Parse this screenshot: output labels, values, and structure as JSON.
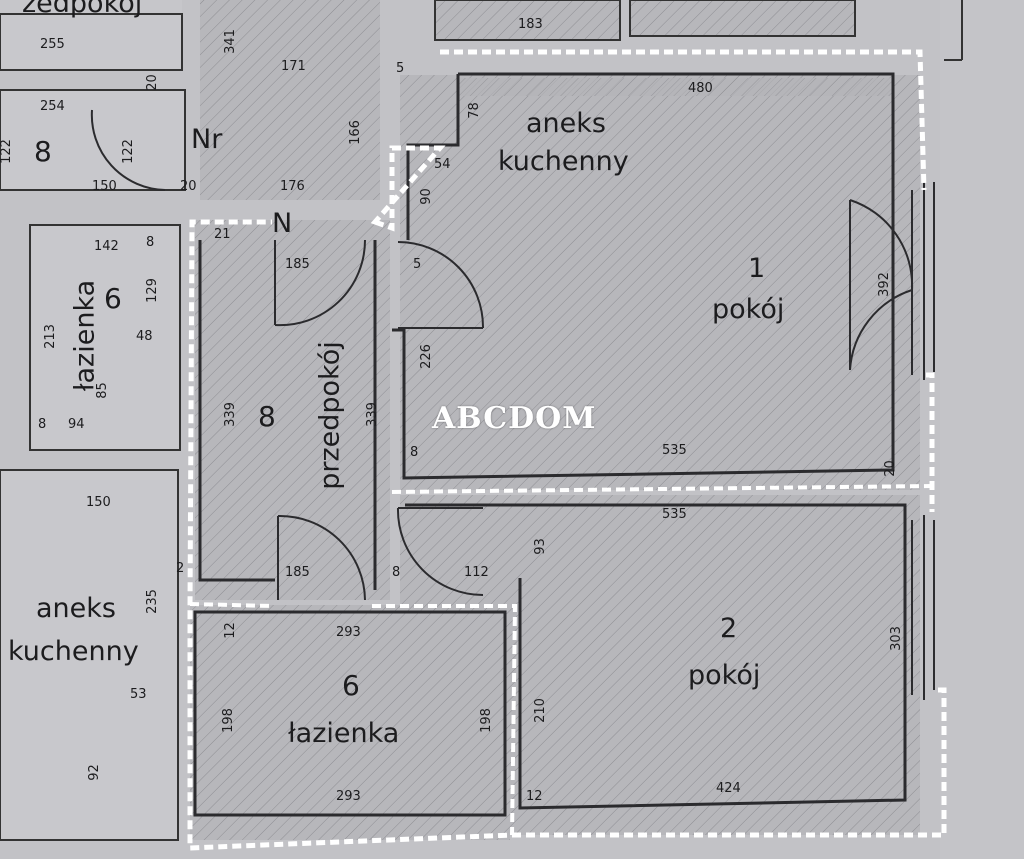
{
  "watermark": "ABCDOM",
  "rooms": {
    "room_1_number": "1",
    "room_1_name": "pokój",
    "room_2_number": "2",
    "room_2_name": "pokój",
    "kitchenette_name_line1": "aneks",
    "kitchenette_name_line2": "kuchenny",
    "hall_number": "8",
    "hall_name": "przedpokój",
    "bath_number": "6",
    "bath_name": "łazienka",
    "nb_room_8_number": "8",
    "nb_nr_label": "Nr",
    "nb_bath_number": "6",
    "nb_bath_name": "łazienka",
    "nb_kitchen_line1": "aneks",
    "nb_kitchen_line2": "kuchenny",
    "nb_hall_name_partial": "zedpokój",
    "n_mark": "N"
  },
  "dims": {
    "d255": "255",
    "d341": "341",
    "d183": "183",
    "d171": "171",
    "d5a": "5",
    "d20a": "20",
    "d254": "254",
    "d166": "166",
    "d122a": "122",
    "d122b": "122",
    "d150a": "150",
    "d20b": "20",
    "d176": "176",
    "d142": "142",
    "d8a": "8",
    "d129": "129",
    "d213": "213",
    "d48": "48",
    "d85": "85",
    "d8b": "8",
    "d94": "94",
    "d21": "21",
    "d185a": "185",
    "d5b": "5",
    "d339a": "339",
    "d339b": "339",
    "d226": "226",
    "d8c": "8",
    "d480": "480",
    "d78": "78",
    "d54": "54",
    "d90": "90",
    "d392": "392",
    "d535a": "535",
    "d20c": "20",
    "d535b": "535",
    "d93": "93",
    "d150b": "150",
    "d235": "235",
    "d2": "2",
    "d185b": "185",
    "d8d": "8",
    "d112": "112",
    "d12a": "12",
    "d293a": "293",
    "d198a": "198",
    "d198b": "198",
    "d210": "210",
    "d293b": "293",
    "d12b": "12",
    "d424": "424",
    "d303": "303",
    "d53": "53",
    "d92": "92"
  }
}
